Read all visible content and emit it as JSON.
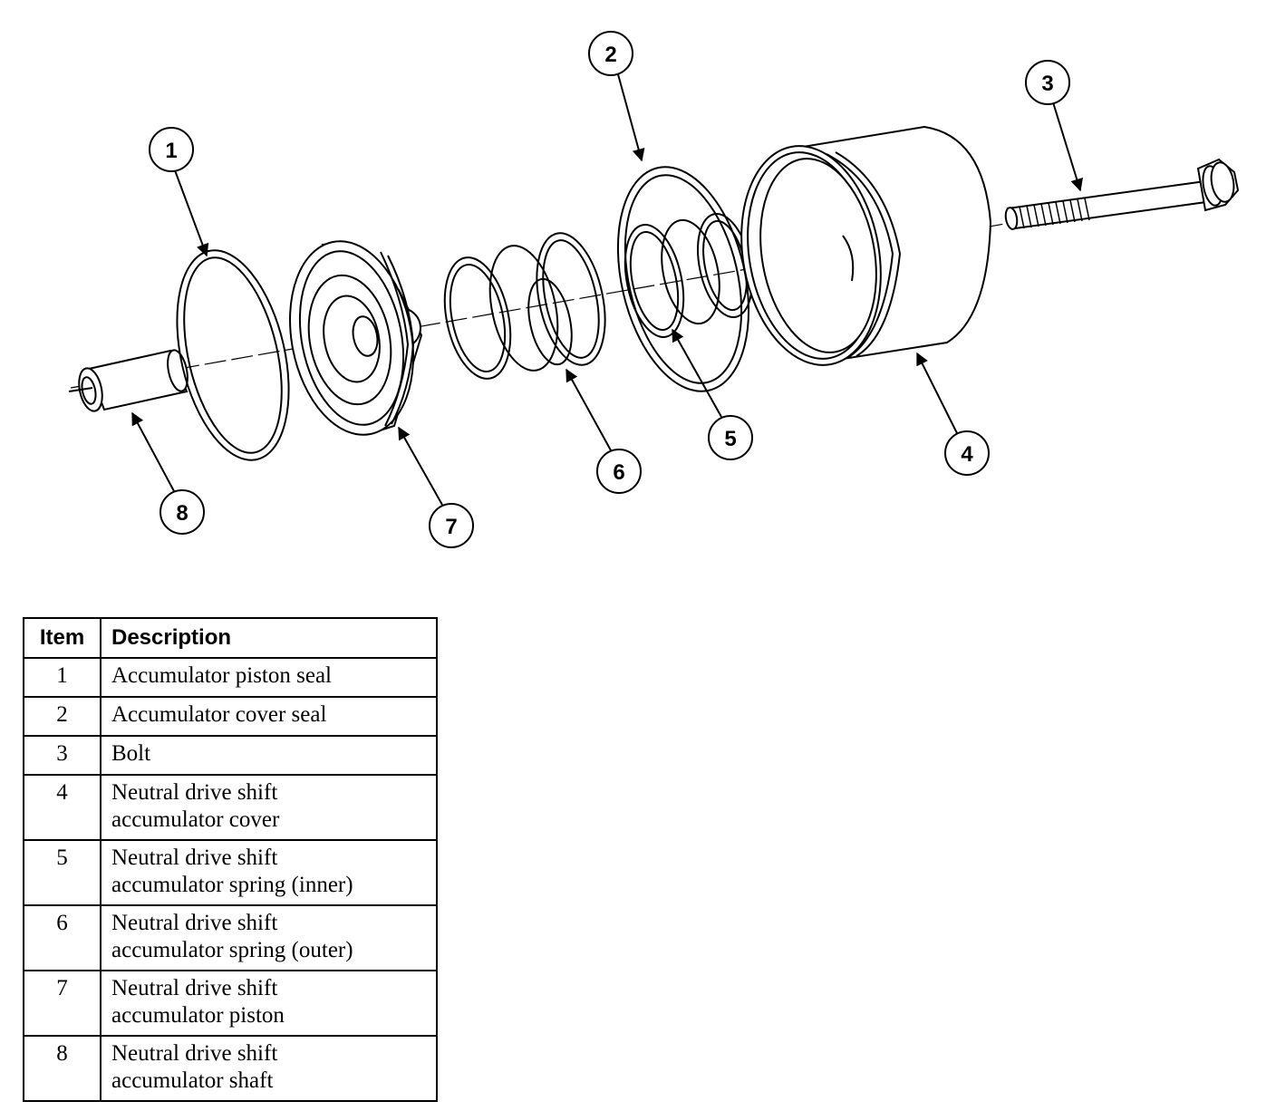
{
  "diagram": {
    "callouts": [
      {
        "id": "1"
      },
      {
        "id": "2"
      },
      {
        "id": "3"
      },
      {
        "id": "4"
      },
      {
        "id": "5"
      },
      {
        "id": "6"
      },
      {
        "id": "7"
      },
      {
        "id": "8"
      }
    ]
  },
  "table": {
    "headers": {
      "item": "Item",
      "description": "Description"
    },
    "rows": [
      {
        "item": "1",
        "line1": "Accumulator piston seal",
        "line2": ""
      },
      {
        "item": "2",
        "line1": "Accumulator cover seal",
        "line2": ""
      },
      {
        "item": "3",
        "line1": "Bolt",
        "line2": ""
      },
      {
        "item": "4",
        "line1": "Neutral drive shift",
        "line2": "accumulator cover"
      },
      {
        "item": "5",
        "line1": "Neutral drive shift",
        "line2": "accumulator spring (inner)"
      },
      {
        "item": "6",
        "line1": "Neutral drive shift",
        "line2": "accumulator spring (outer)"
      },
      {
        "item": "7",
        "line1": "Neutral drive shift",
        "line2": "accumulator piston"
      },
      {
        "item": "8",
        "line1": "Neutral drive shift",
        "line2": "accumulator shaft"
      }
    ]
  }
}
